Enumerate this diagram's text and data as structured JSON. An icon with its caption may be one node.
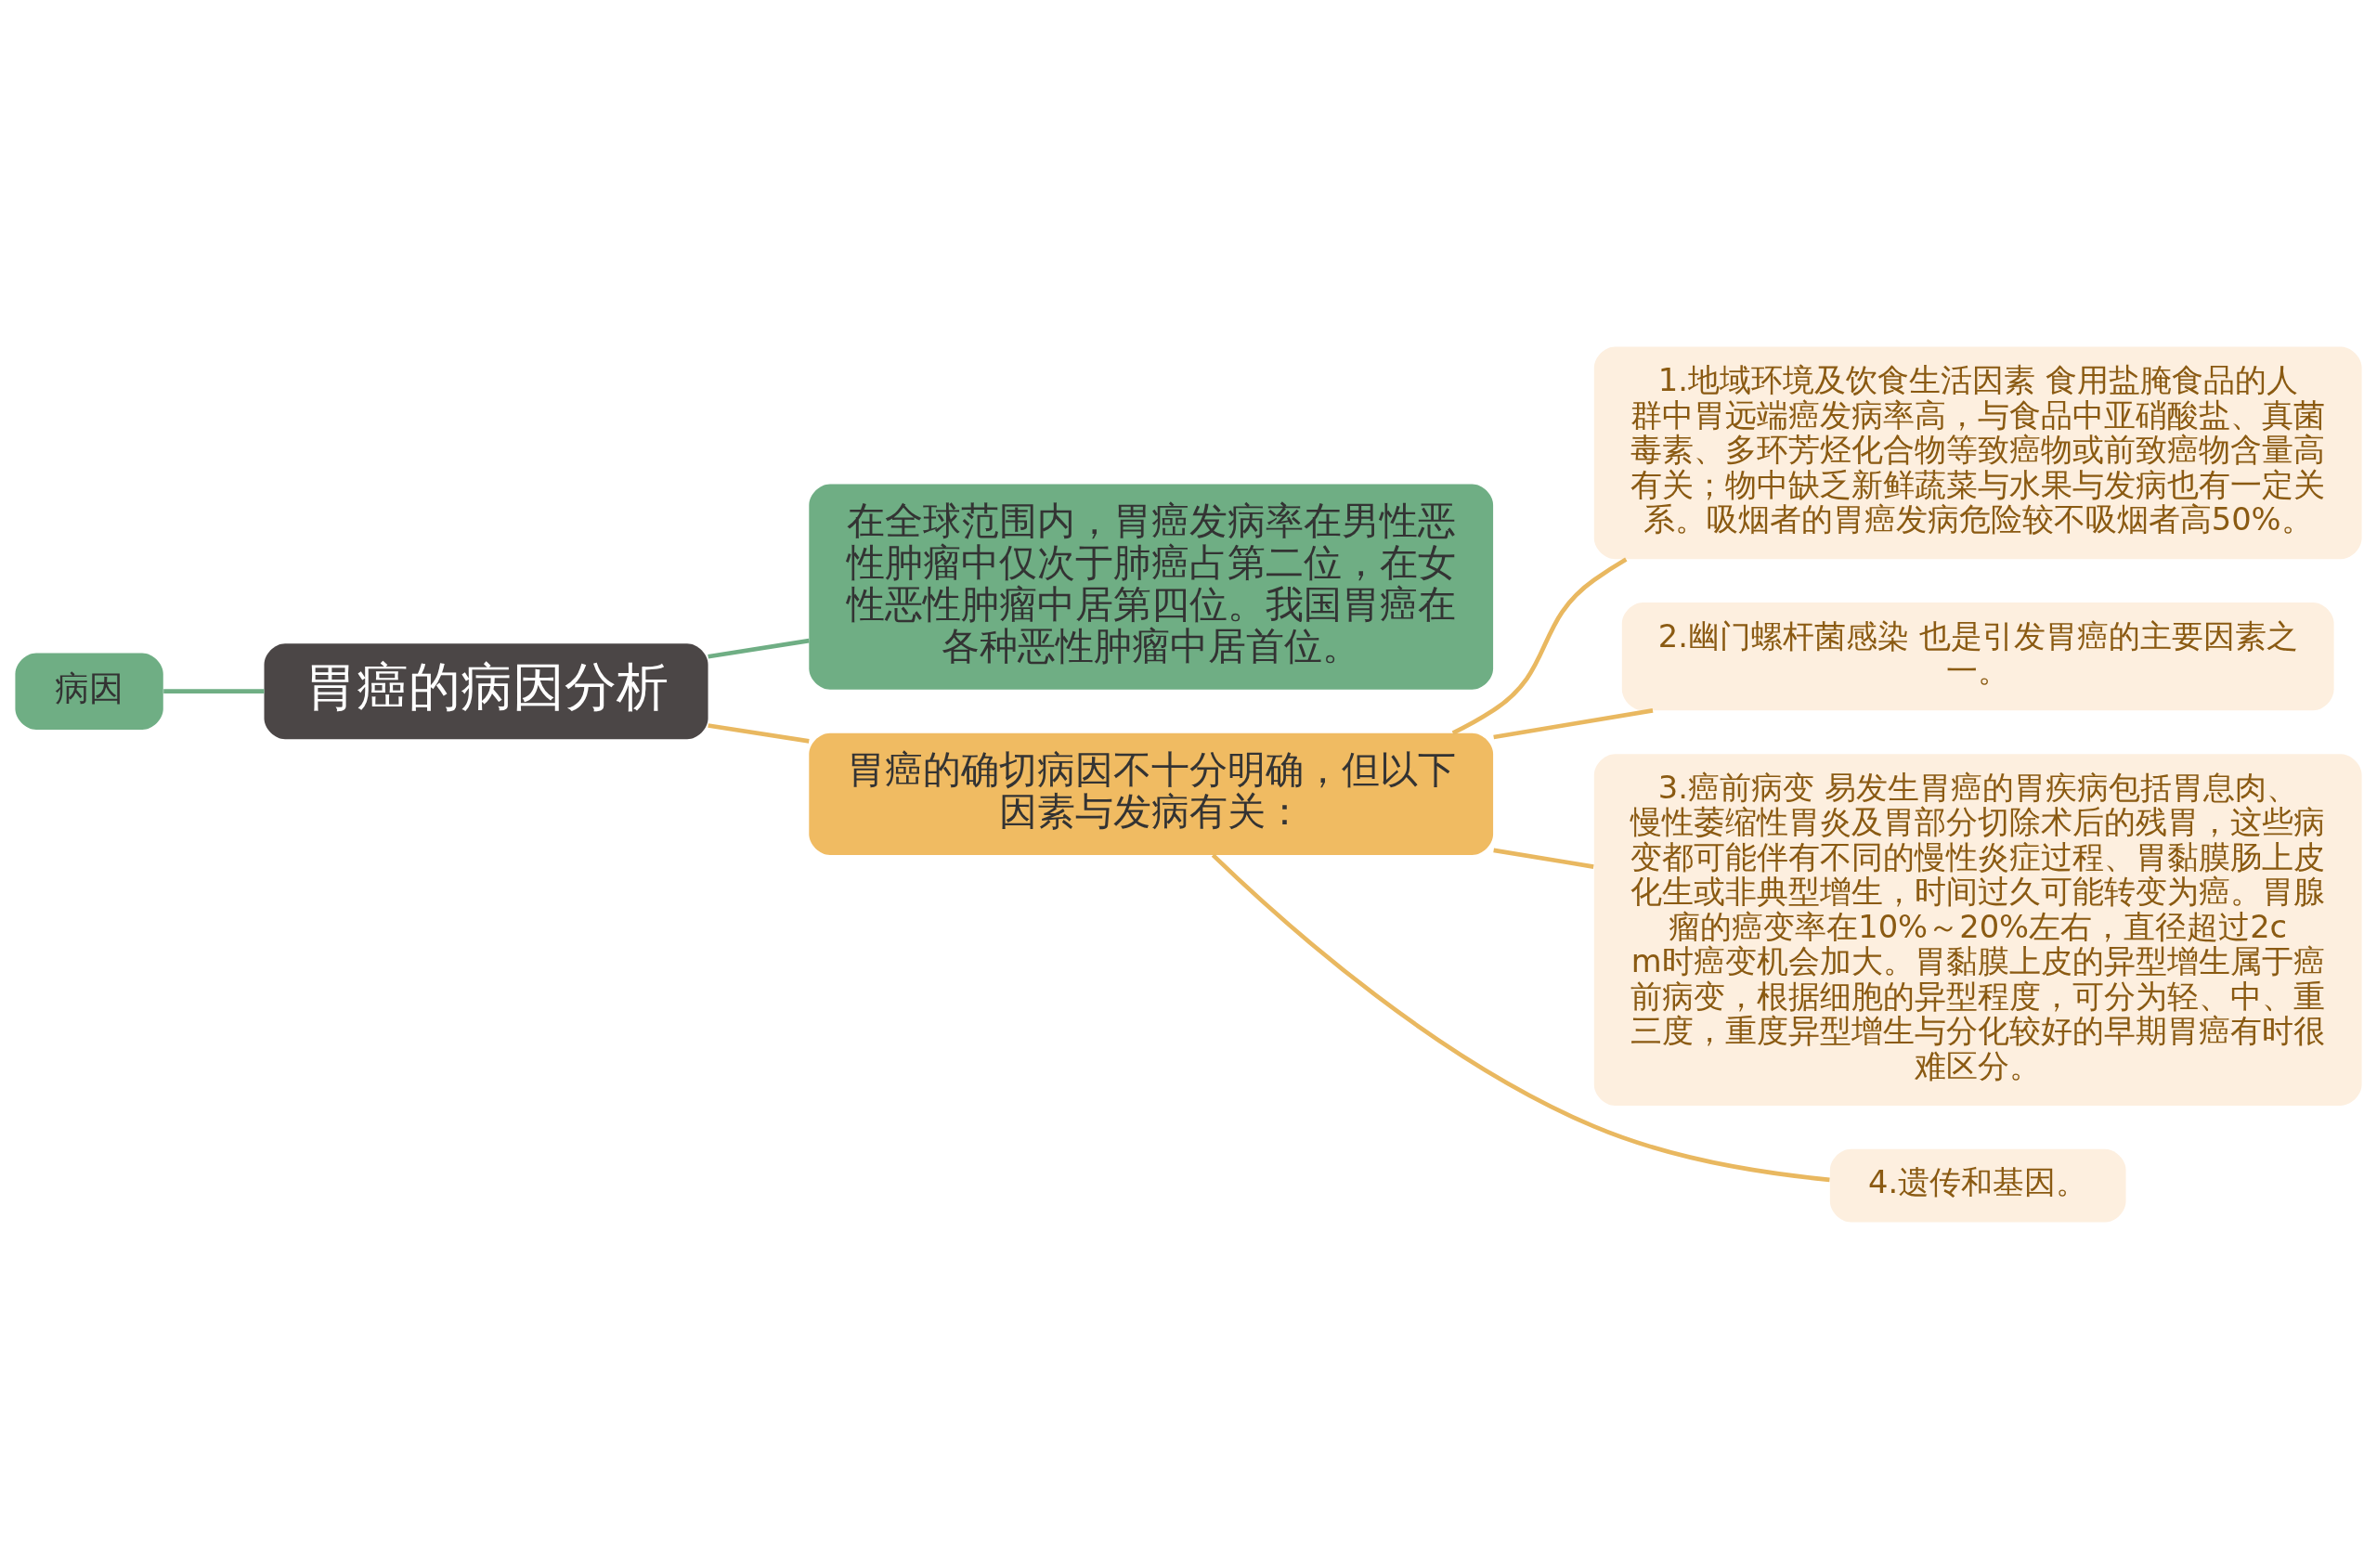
{
  "diagram": {
    "nodes": [
      {
        "text": [
          "病因"
        ]
      },
      {
        "text": [
          "胃癌的病因分析"
        ]
      },
      {
        "text": [
          "在全球范围内，胃癌发病率在男性恶性肿瘤中仅次于肺癌占第二位，在女性恶性肿瘤中居第四位。我国胃癌在各种恶性肿瘤中居首位。"
        ]
      },
      {
        "text": [
          "胃癌的确切病因不十分明确，但以下因素与发病有关："
        ]
      },
      {
        "text": [
          "1.地域环境及饮食生活因素 食用盐腌食品的人群中胃远端癌发病率高，与食品中亚硝酸盐、真菌毒素、多环芳烃化合物等致癌物或前致癌物含量高有关；物中缺乏新鲜蔬菜与水果与发病也有一定关系。吸烟者的胃癌发病危险较不吸烟者高50%。"
        ]
      },
      {
        "text": [
          "2.幽门螺杆菌感染 也是引发胃癌的主要因素之一。"
        ]
      },
      {
        "text": [
          "3.癌前病变 易发生胃癌的胃疾病包括胃息肉、慢性萎缩性胃炎及胃部分切除术后的残胃，这些病变都可能伴有不同的慢性炎症过程、胃黏膜肠上皮化生或非典型增生，时间过久可能转变为癌。胃腺瘤的癌变率在10%～20%左右，直径超过2cm时癌变机会加大。胃黏膜上皮的异型增生属于癌前病变，根据细胞的异型程度，可分为轻、中、重三度，重度异型增生与分化较好的早期胃癌有时很难区分。"
        ]
      },
      {
        "text": [
          "4.遗传和基因。"
        ]
      }
    ],
    "edges": [
      {
        "from": 0,
        "to": 1,
        "arrow": "none",
        "color": "#6fae84"
      },
      {
        "from": 1,
        "to": 2,
        "arrow": "none",
        "color": "#6fae84"
      },
      {
        "from": 1,
        "to": 3,
        "arrow": "none",
        "color": "#e9b860"
      },
      {
        "from": 3,
        "to": 4,
        "arrow": "none",
        "color": "#e9b860"
      },
      {
        "from": 3,
        "to": 5,
        "arrow": "none",
        "color": "#e9b860"
      },
      {
        "from": 3,
        "to": 6,
        "arrow": "none",
        "color": "#e9b860"
      },
      {
        "from": 3,
        "to": 7,
        "arrow": "none",
        "color": "#e9b860"
      }
    ]
  }
}
